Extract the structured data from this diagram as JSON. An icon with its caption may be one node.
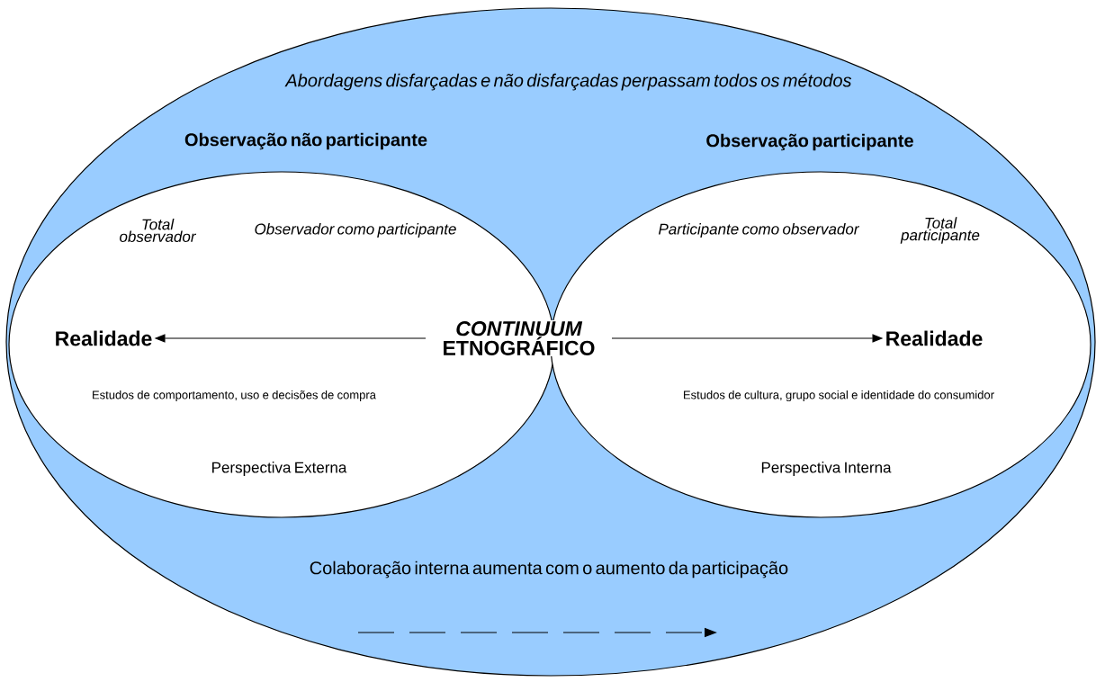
{
  "diagram": {
    "nodes": [
      {
        "text": [
          "Abordagens disfarçadas e não disfarçadas perpassam todos os métodos",
          "Colaboração interna aumenta com o aumento da participação"
        ]
      },
      {
        "text": [
          "Observação não participante",
          "Total observador",
          "Observador como participante",
          "Estudos de comportamento, uso e decisões de compra",
          "Perspectiva Externa"
        ],
        "in": 0
      },
      {
        "text": [
          "Observação participante",
          "Participante como observador",
          "Total participante",
          "Estudos de cultura, grupo social e identidade do consumidor",
          "Perspectiva Interna"
        ],
        "in": 0
      },
      {
        "text": [
          "Realidade"
        ],
        "in": 1
      },
      {
        "text": [
          "Realidade"
        ],
        "in": 2
      }
    ],
    "edges": [
      {
        "from": 3,
        "to": 4,
        "arrow": "both",
        "label": "*CONTINUUM* ETNOGRÁFICO"
      }
    ]
  }
}
